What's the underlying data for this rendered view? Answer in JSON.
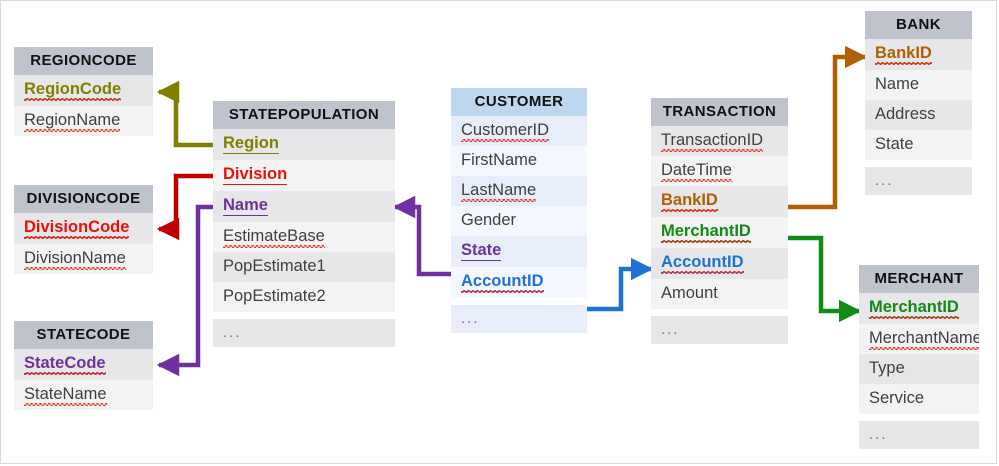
{
  "diagram": {
    "title": "Database schema relationship diagram",
    "tables": [
      {
        "id": "regioncode",
        "name": "REGIONCODE",
        "header_style": "gray",
        "fields": [
          {
            "label": "RegionCode",
            "role": "key",
            "color": "#7f7f00",
            "spellcheck_underline": true
          },
          {
            "label": "RegionName",
            "role": "plain",
            "color": "#3f3f3f",
            "spellcheck_underline": true
          }
        ]
      },
      {
        "id": "divisioncode",
        "name": "DIVISIONCODE",
        "header_style": "gray",
        "fields": [
          {
            "label": "DivisionCode",
            "role": "key",
            "color": "#e8110c",
            "spellcheck_underline": true
          },
          {
            "label": "DivisionName",
            "role": "plain",
            "color": "#3f3f3f",
            "spellcheck_underline": true
          }
        ]
      },
      {
        "id": "statecode",
        "name": "STATECODE",
        "header_style": "gray",
        "fields": [
          {
            "label": "StateCode",
            "role": "key",
            "color": "#7030a0",
            "spellcheck_underline": true
          },
          {
            "label": "StateName",
            "role": "plain",
            "color": "#3f3f3f",
            "spellcheck_underline": true
          }
        ]
      },
      {
        "id": "statepopulation",
        "name": "STATEPOPULATION",
        "header_style": "gray",
        "fields": [
          {
            "label": "Region",
            "role": "key-nounderline",
            "color": "#7f7f00",
            "spellcheck_underline": false
          },
          {
            "label": "Division",
            "role": "key-nounderline",
            "color": "#e8110c",
            "spellcheck_underline": false
          },
          {
            "label": "Name",
            "role": "key-nounderline",
            "color": "#7030a0",
            "spellcheck_underline": false
          },
          {
            "label": "EstimateBase",
            "role": "plain",
            "color": "#3f3f3f",
            "spellcheck_underline": true
          },
          {
            "label": "PopEstimate1",
            "role": "plain",
            "color": "#3f3f3f",
            "spellcheck_underline": false
          },
          {
            "label": "PopEstimate2",
            "role": "plain",
            "color": "#3f3f3f",
            "spellcheck_underline": false
          },
          {
            "label": "...",
            "role": "ellipsis",
            "color": "#6f6f6f",
            "spellcheck_underline": false
          }
        ]
      },
      {
        "id": "customer",
        "name": "CUSTOMER",
        "header_style": "blue",
        "fields": [
          {
            "label": "CustomerID",
            "role": "plain",
            "color": "#3f3f3f",
            "spellcheck_underline": true
          },
          {
            "label": "FirstName",
            "role": "plain",
            "color": "#3f3f3f",
            "spellcheck_underline": false
          },
          {
            "label": "LastName",
            "role": "plain",
            "color": "#3f3f3f",
            "spellcheck_underline": true
          },
          {
            "label": "Gender",
            "role": "plain",
            "color": "#3f3f3f",
            "spellcheck_underline": false
          },
          {
            "label": "State",
            "role": "key-nounderline",
            "color": "#7030a0",
            "spellcheck_underline": false
          },
          {
            "label": "AccountID",
            "role": "key",
            "color": "#1f72d0",
            "spellcheck_underline": true
          },
          {
            "label": "...",
            "role": "ellipsis",
            "color": "#6f6f6f",
            "spellcheck_underline": false
          }
        ]
      },
      {
        "id": "transaction",
        "name": "TRANSACTION",
        "header_style": "gray",
        "fields": [
          {
            "label": "TransactionID",
            "role": "plain",
            "color": "#3f3f3f",
            "spellcheck_underline": true
          },
          {
            "label": "DateTime",
            "role": "plain",
            "color": "#3f3f3f",
            "spellcheck_underline": true
          },
          {
            "label": "BankID",
            "role": "key",
            "color": "#b06000",
            "spellcheck_underline": true
          },
          {
            "label": "MerchantID",
            "role": "key",
            "color": "#118a17",
            "spellcheck_underline": true
          },
          {
            "label": "AccountID",
            "role": "key",
            "color": "#1f72d0",
            "spellcheck_underline": true
          },
          {
            "label": "Amount",
            "role": "plain",
            "color": "#3f3f3f",
            "spellcheck_underline": false
          },
          {
            "label": "...",
            "role": "ellipsis",
            "color": "#6f6f6f",
            "spellcheck_underline": false
          }
        ]
      },
      {
        "id": "bank",
        "name": "BANK",
        "header_style": "gray",
        "fields": [
          {
            "label": "BankID",
            "role": "key",
            "color": "#b06000",
            "spellcheck_underline": true
          },
          {
            "label": "Name",
            "role": "plain",
            "color": "#3f3f3f",
            "spellcheck_underline": false
          },
          {
            "label": "Address",
            "role": "plain",
            "color": "#3f3f3f",
            "spellcheck_underline": false
          },
          {
            "label": "State",
            "role": "plain",
            "color": "#3f3f3f",
            "spellcheck_underline": false
          },
          {
            "label": "...",
            "role": "ellipsis",
            "color": "#6f6f6f",
            "spellcheck_underline": false
          }
        ]
      },
      {
        "id": "merchant",
        "name": "MERCHANT",
        "header_style": "gray",
        "fields": [
          {
            "label": "MerchantID",
            "role": "key",
            "color": "#118a17",
            "spellcheck_underline": true
          },
          {
            "label": "MerchantName",
            "role": "plain",
            "color": "#3f3f3f",
            "spellcheck_underline": true
          },
          {
            "label": "Type",
            "role": "plain",
            "color": "#3f3f3f",
            "spellcheck_underline": false
          },
          {
            "label": "Service",
            "role": "plain",
            "color": "#3f3f3f",
            "spellcheck_underline": false
          },
          {
            "label": "...",
            "role": "ellipsis",
            "color": "#6f6f6f",
            "spellcheck_underline": false
          }
        ]
      }
    ],
    "relationships": [
      {
        "id": "rel-region",
        "from": "STATEPOPULATION.Region",
        "to": "REGIONCODE.RegionCode",
        "color": "#7f7f00"
      },
      {
        "id": "rel-division",
        "from": "STATEPOPULATION.Division",
        "to": "DIVISIONCODE.DivisionCode",
        "color": "#c00000"
      },
      {
        "id": "rel-name-statecode",
        "from": "STATEPOPULATION.Name",
        "to": "STATECODE.StateCode",
        "color": "#7030a0"
      },
      {
        "id": "rel-state-name",
        "from": "CUSTOMER.State",
        "to": "STATEPOPULATION.Name",
        "color": "#7030a0"
      },
      {
        "id": "rel-accountid",
        "from": "CUSTOMER.AccountID",
        "to": "TRANSACTION.AccountID",
        "color": "#1f72d0"
      },
      {
        "id": "rel-bankid",
        "from": "TRANSACTION.BankID",
        "to": "BANK.BankID",
        "color": "#b06000"
      },
      {
        "id": "rel-merchantid",
        "from": "TRANSACTION.MerchantID",
        "to": "MERCHANT.MerchantID",
        "color": "#118a17"
      }
    ]
  }
}
